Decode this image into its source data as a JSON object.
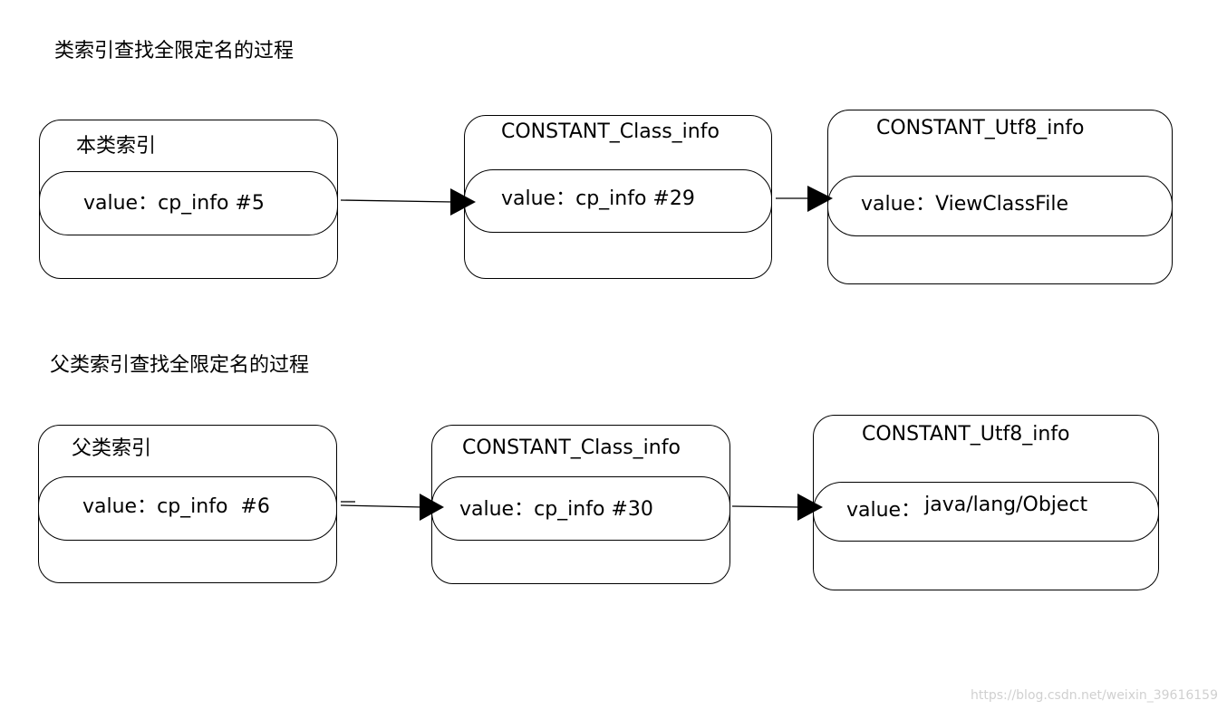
{
  "section1": {
    "heading": "类索引查找全限定名的过程",
    "box1": {
      "title": "本类索引",
      "value_label": "value：",
      "value_text": "cp_info #5"
    },
    "box2": {
      "title": "CONSTANT_Class_info",
      "value_label": "value：",
      "value_text": "cp_info #29"
    },
    "box3": {
      "title": "CONSTANT_Utf8_info",
      "value_label": "value：",
      "value_text": "ViewClassFile"
    }
  },
  "section2": {
    "heading": "父类索引查找全限定名的过程",
    "box1": {
      "title": "父类索引",
      "value_label": "value：",
      "value_text": "cp_info  #6"
    },
    "box2": {
      "title": "CONSTANT_Class_info",
      "value_label": "value：",
      "value_text": "cp_info #30"
    },
    "box3": {
      "title": "CONSTANT_Utf8_info",
      "value_label": "value：",
      "value_text": "java/lang/Object"
    }
  },
  "watermark": "https://blog.csdn.net/weixin_39616159",
  "colors": {
    "stroke": "#000000",
    "background": "#ffffff",
    "watermark": "#d0d0d0"
  }
}
